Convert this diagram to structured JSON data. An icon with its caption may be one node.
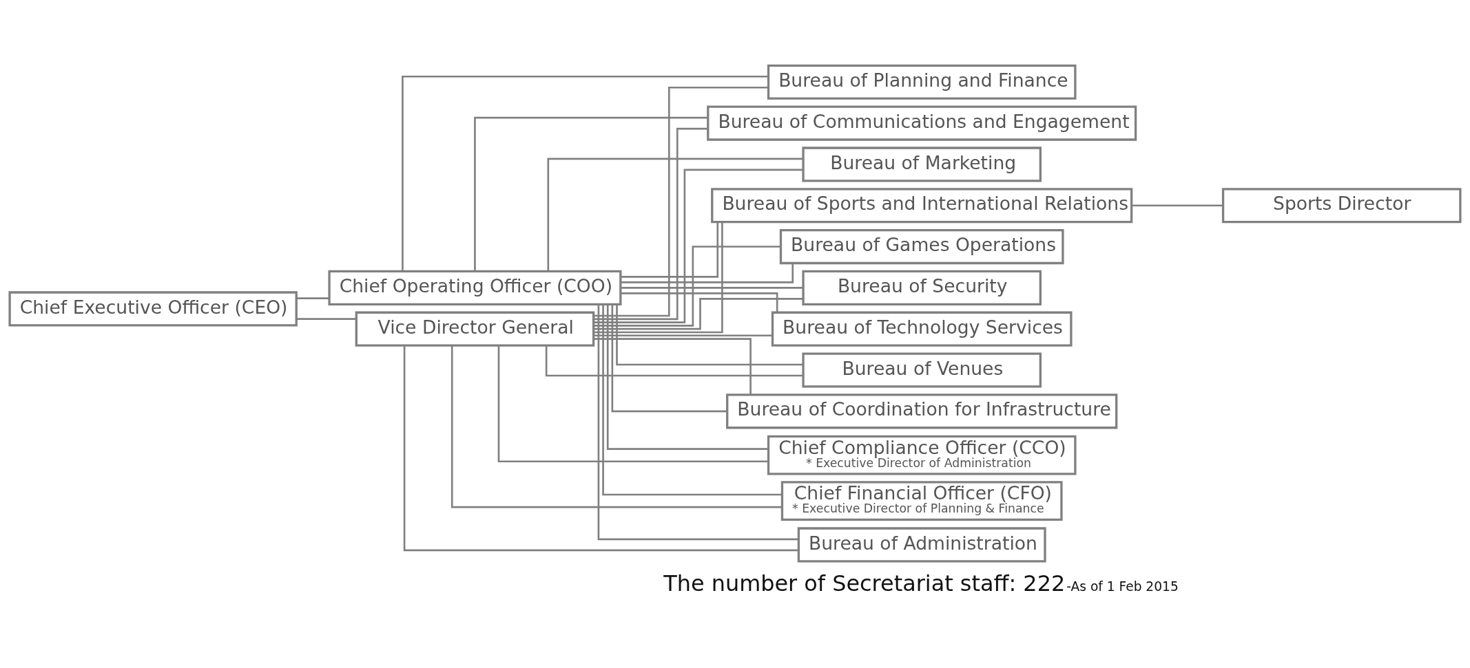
{
  "diagram": {
    "nodes": [
      {
        "text": [
          "Chief Executive Officer (CEO)"
        ]
      },
      {
        "text": [
          "Chief Operating Officer (COO)"
        ]
      },
      {
        "text": [
          "Vice Director General"
        ]
      },
      {
        "text": [
          "Chief Compliance Officer (CCO)",
          "* Executive Director of Administration"
        ]
      },
      {
        "text": [
          "Chief Financial Officer (CFO)",
          "* Executive Director of Planning & Finance"
        ]
      },
      {
        "text": [
          "Bureau of Administration"
        ]
      },
      {
        "text": [
          "Bureau of Planning and Finance"
        ]
      },
      {
        "text": [
          "Bureau of Communications and Engagement"
        ]
      },
      {
        "text": [
          "Bureau of Marketing"
        ]
      },
      {
        "text": [
          "Bureau of Sports and International Relations"
        ]
      },
      {
        "text": [
          "Sports Director"
        ]
      },
      {
        "text": [
          "Bureau of Games Operations"
        ]
      },
      {
        "text": [
          "Bureau of Security"
        ]
      },
      {
        "text": [
          "Bureau of Technology Services"
        ]
      },
      {
        "text": [
          "Bureau of Venues"
        ]
      },
      {
        "text": [
          "Bureau of Coordination for Infrastructure"
        ]
      }
    ],
    "edges": [
      {
        "from": 0,
        "to": 1,
        "arrow": "none"
      },
      {
        "from": 0,
        "to": 2,
        "arrow": "none"
      },
      {
        "from": 1,
        "to": 3,
        "arrow": "none"
      },
      {
        "from": 2,
        "to": 3,
        "arrow": "none"
      },
      {
        "from": 1,
        "to": 4,
        "arrow": "none"
      },
      {
        "from": 2,
        "to": 4,
        "arrow": "none"
      },
      {
        "from": 1,
        "to": 5,
        "arrow": "none"
      },
      {
        "from": 2,
        "to": 5,
        "arrow": "none"
      },
      {
        "from": 1,
        "to": 6,
        "arrow": "none"
      },
      {
        "from": 2,
        "to": 6,
        "arrow": "none"
      },
      {
        "from": 1,
        "to": 7,
        "arrow": "none"
      },
      {
        "from": 2,
        "to": 7,
        "arrow": "none"
      },
      {
        "from": 1,
        "to": 8,
        "arrow": "none"
      },
      {
        "from": 2,
        "to": 8,
        "arrow": "none"
      },
      {
        "from": 1,
        "to": 9,
        "arrow": "none"
      },
      {
        "from": 2,
        "to": 9,
        "arrow": "none"
      },
      {
        "from": 9,
        "to": 10,
        "arrow": "none"
      },
      {
        "from": 1,
        "to": 11,
        "arrow": "none"
      },
      {
        "from": 2,
        "to": 11,
        "arrow": "none"
      },
      {
        "from": 1,
        "to": 12,
        "arrow": "none"
      },
      {
        "from": 2,
        "to": 12,
        "arrow": "none"
      },
      {
        "from": 1,
        "to": 13,
        "arrow": "none"
      },
      {
        "from": 2,
        "to": 13,
        "arrow": "none"
      },
      {
        "from": 1,
        "to": 14,
        "arrow": "none"
      },
      {
        "from": 2,
        "to": 14,
        "arrow": "none"
      },
      {
        "from": 1,
        "to": 15,
        "arrow": "none"
      },
      {
        "from": 2,
        "to": 15,
        "arrow": "none"
      }
    ],
    "labels": [
      "The number of Secretariat staff: 222",
      "-As of 1 Feb 2015"
    ]
  }
}
